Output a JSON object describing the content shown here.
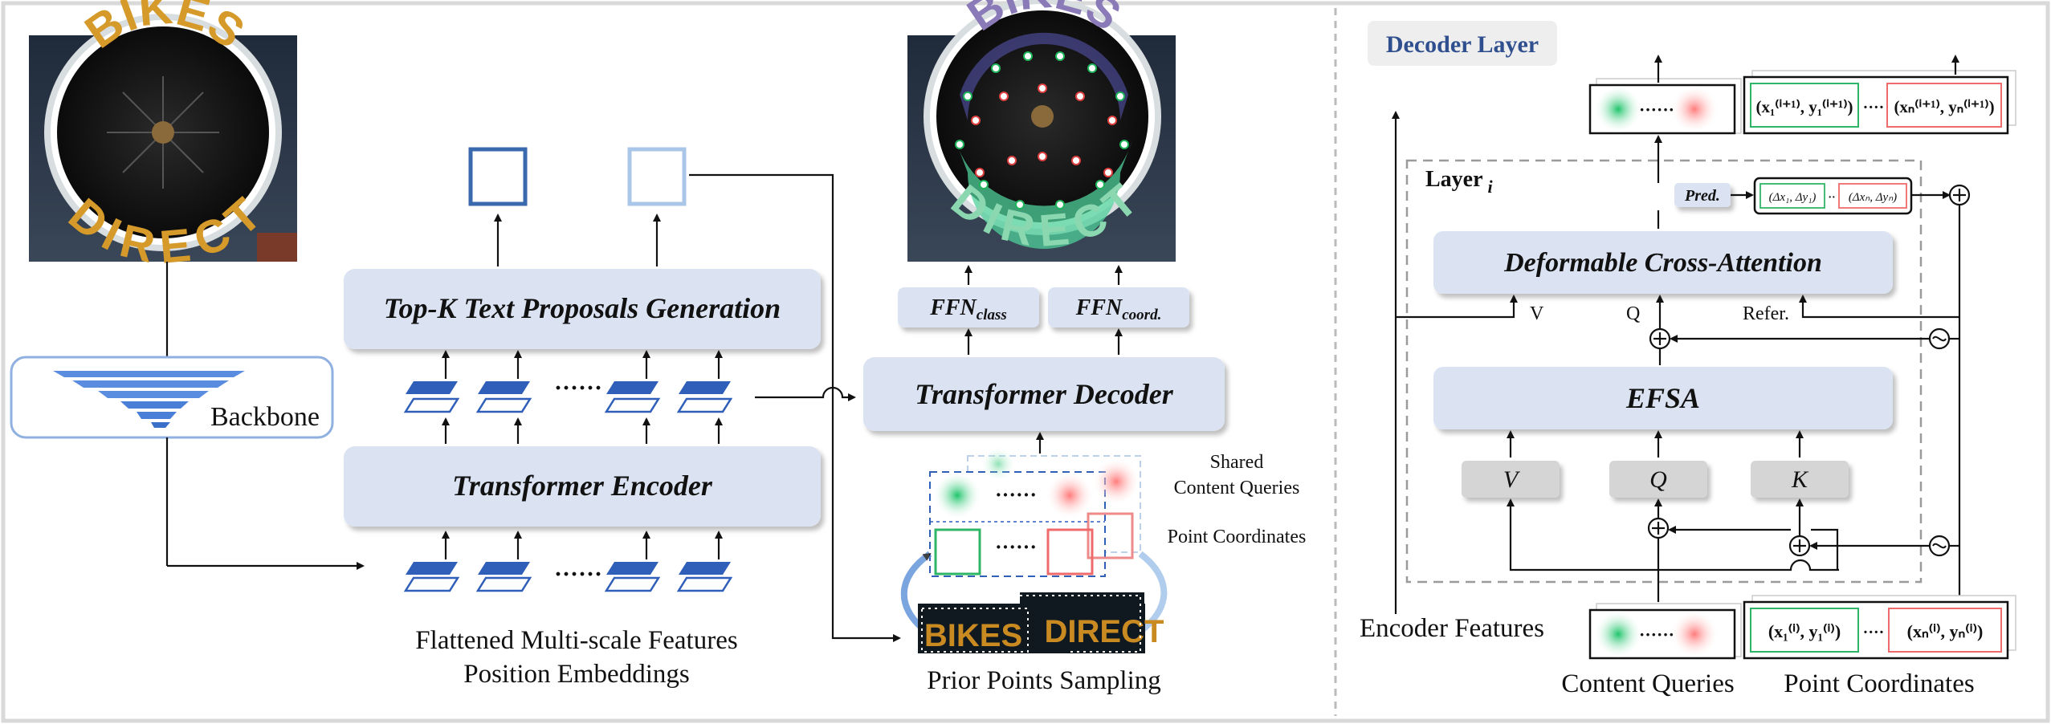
{
  "left_panel": {
    "backbone_label": "Backbone",
    "transformer_encoder": "Transformer Encoder",
    "topk": "Top-K Text Proposals Generation",
    "transformer_decoder": "Transformer Decoder",
    "ffn_class": {
      "base": "FFN",
      "sub": "class"
    },
    "ffn_coord": {
      "base": "FFN",
      "sub": "coord."
    },
    "flattened_line1": "Flattened Multi-scale Features",
    "flattened_line2": "Position Embeddings",
    "prior_points": "Prior Points Sampling",
    "shared_line1": "Shared",
    "shared_line2": "Content Queries",
    "point_coordinates": "Point Coordinates",
    "dots": "······",
    "sign_top": "BIKES",
    "sign_bottom": "DIRECT"
  },
  "right_panel": {
    "title": "Decoder Layer",
    "layer_label": "Layer",
    "layer_sub": "i",
    "deformable": "Deformable Cross-Attention",
    "efsa": "EFSA",
    "v": "V",
    "q": "Q",
    "k": "K",
    "attn_v": "V",
    "attn_q": "Q",
    "refer": "Refer.",
    "pred": "Pred.",
    "encoder_features": "Encoder Features",
    "content_queries": "Content Queries",
    "point_coordinates": "Point Coordinates",
    "delta_first": "(Δx₁, Δy₁)",
    "delta_last": "(Δxₙ, Δyₙ)",
    "coord_in_first": "(x₁⁽ⁱ⁾, y₁⁽ⁱ⁾)",
    "coord_in_last": "(xₙ⁽ⁱ⁾, yₙ⁽ⁱ⁾)",
    "coord_out_first": "(x₁⁽ⁱ⁺¹⁾, y₁⁽ⁱ⁺¹⁾)",
    "coord_out_last": "(xₙ⁽ⁱ⁺¹⁾, yₙ⁽ⁱ⁺¹⁾)"
  },
  "colors": {
    "box_fill": "#dbe3f2",
    "proposal_dark": "#3a6aad",
    "proposal_light": "#a9c6e8",
    "feature_blue": "#2f5fb8",
    "green": "#2fb566",
    "red": "#ef6b6b",
    "title_blue": "#2f4f8f"
  }
}
